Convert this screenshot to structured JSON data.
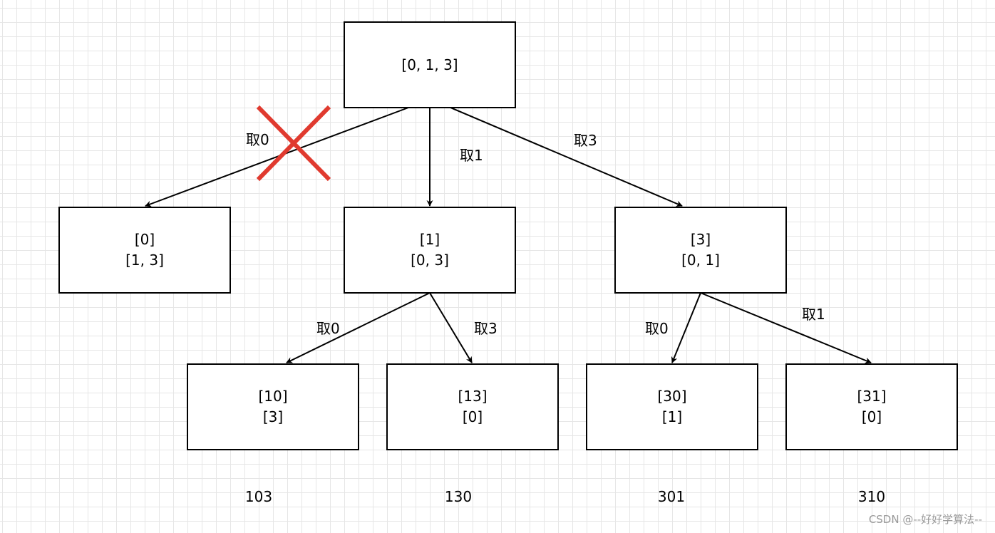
{
  "colors": {
    "line": "#000000",
    "cross": "#e03a2f",
    "grid": "#e6e6e6",
    "credit": "#999999"
  },
  "nodes": {
    "root": {
      "line1": "[0, 1, 3]",
      "line2": ""
    },
    "n0": {
      "line1": "[0]",
      "line2": "[1, 3]"
    },
    "n1": {
      "line1": "[1]",
      "line2": "[0, 3]"
    },
    "n3": {
      "line1": "[3]",
      "line2": "[0, 1]"
    },
    "n10": {
      "line1": "[10]",
      "line2": "[3]"
    },
    "n13": {
      "line1": "[13]",
      "line2": "[0]"
    },
    "n30": {
      "line1": "[30]",
      "line2": "[1]"
    },
    "n31": {
      "line1": "[31]",
      "line2": "[0]"
    }
  },
  "edge_labels": {
    "root_to_n0": "取0",
    "root_to_n1": "取1",
    "root_to_n3": "取3",
    "n1_to_n10": "取0",
    "n1_to_n13": "取3",
    "n3_to_n30": "取0",
    "n3_to_n31": "取1"
  },
  "results": [
    "103",
    "130",
    "301",
    "310"
  ],
  "credit": "CSDN @--好好学算法--"
}
